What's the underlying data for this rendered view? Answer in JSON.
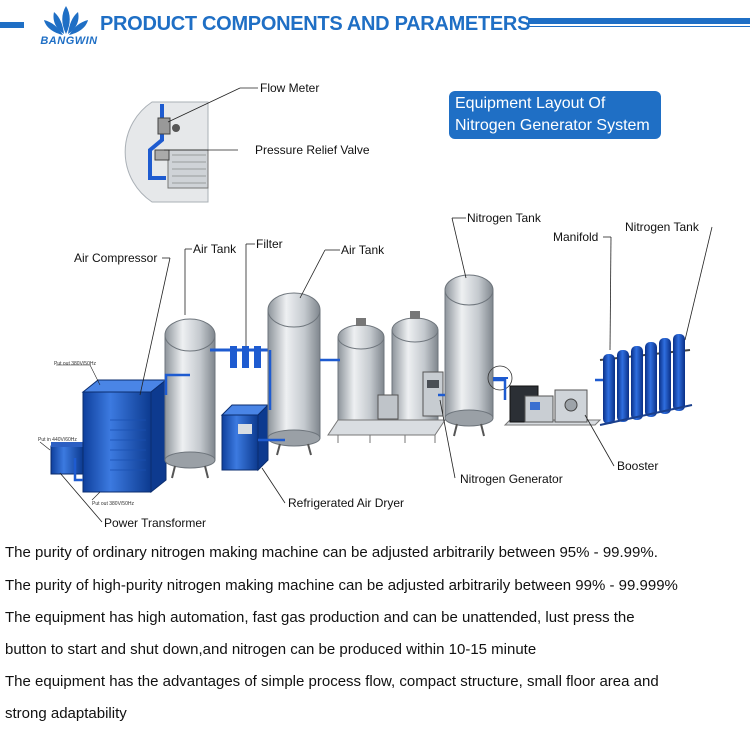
{
  "header": {
    "brand": "BANGWIN",
    "title": "PRODUCT COMPONENTS AND PARAMETERS",
    "accent_color": "#1f6fc5",
    "logo_icon": "lotus-logo-icon"
  },
  "layout_box": {
    "line1": "Equipment Layout Of",
    "line2": "Nitrogen Generator System"
  },
  "labels": {
    "flow_meter": "Flow Meter",
    "pressure_relief_valve": "Pressure Relief Valve",
    "air_compressor": "Air Compressor",
    "air_tank_1": "Air Tank",
    "filter": "Filter",
    "air_tank_2": "Air Tank",
    "nitrogen_tank_1": "Nitrogen Tank",
    "manifold": "Manifold",
    "nitrogen_tank_2": "Nitrogen Tank",
    "booster": "Booster",
    "nitrogen_generator": "Nitrogen Generator",
    "refrigerated_air_dryer": "Refrigerated Air Dryer",
    "power_transformer": "Power Transformer"
  },
  "small_notes": {
    "put_out_top": "Put out 380V/50Hz",
    "put_in": "Put in 440V/60Hz",
    "put_out_bottom": "Put out 380V/50Hz"
  },
  "description": [
    "The purity of ordinary nitrogen making machine can be adjusted arbitrarily between 95% - 99.99%.",
    "The purity of high-purity nitrogen making machine can be adjusted arbitrarily between 99% - 99.999%",
    "The equipment has high automation, fast gas production and can be unattended, lust press the",
    "button to start and shut down,and nitrogen can be produced within 10-15 minute",
    "The equipment has the advantages of simple process flow, compact structure, small floor area and",
    "strong adaptability"
  ]
}
